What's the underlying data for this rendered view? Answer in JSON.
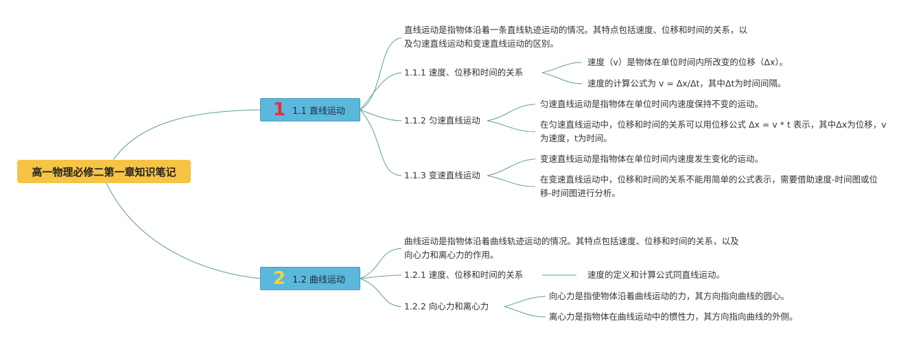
{
  "root": {
    "label": "高一物理必修二第一章知识笔记"
  },
  "topics": [
    {
      "badge": "1",
      "label": "1.1 直线运动",
      "desc": "直线运动是指物体沿着一条直线轨迹运动的情况。其特点包括速度、位移和时间的关系，以及匀速直线运动和变速直线运动的区别。",
      "subs": [
        {
          "label": "1.1.1 速度、位移和时间的关系",
          "notes": [
            "速度（v）是物体在单位时间内所改变的位移（Δx）。",
            "速度的计算公式为 v = Δx/Δt，其中Δt为时间间隔。"
          ]
        },
        {
          "label": "1.1.2 匀速直线运动",
          "notes": [
            "匀速直线运动是指物体在单位时间内速度保持不变的运动。",
            "在匀速直线运动中，位移和时间的关系可以用位移公式 Δx = v * t 表示，其中Δx为位移，v为速度，t为时间。"
          ]
        },
        {
          "label": "1.1.3 变速直线运动",
          "notes": [
            "变速直线运动是指物体在单位时间内速度发生变化的运动。",
            "在变速直线运动中，位移和时间的关系不能用简单的公式表示，需要借助速度-时间图或位移-时间图进行分析。"
          ]
        }
      ]
    },
    {
      "badge": "2",
      "label": "1.2 曲线运动",
      "desc": "曲线运动是指物体沿着曲线轨迹运动的情况。其特点包括速度、位移和时间的关系，以及向心力和离心力的作用。",
      "subs": [
        {
          "label": "1.2.1 速度、位移和时间的关系",
          "notes": [
            "速度的定义和计算公式同直线运动。"
          ]
        },
        {
          "label": "1.2.2 向心力和离心力",
          "notes": [
            "向心力是指使物体沿着曲线运动的力，其方向指向曲线的圆心。",
            "离心力是指物体在曲线运动中的惯性力，其方向指向曲线的外侧。"
          ]
        }
      ]
    }
  ]
}
